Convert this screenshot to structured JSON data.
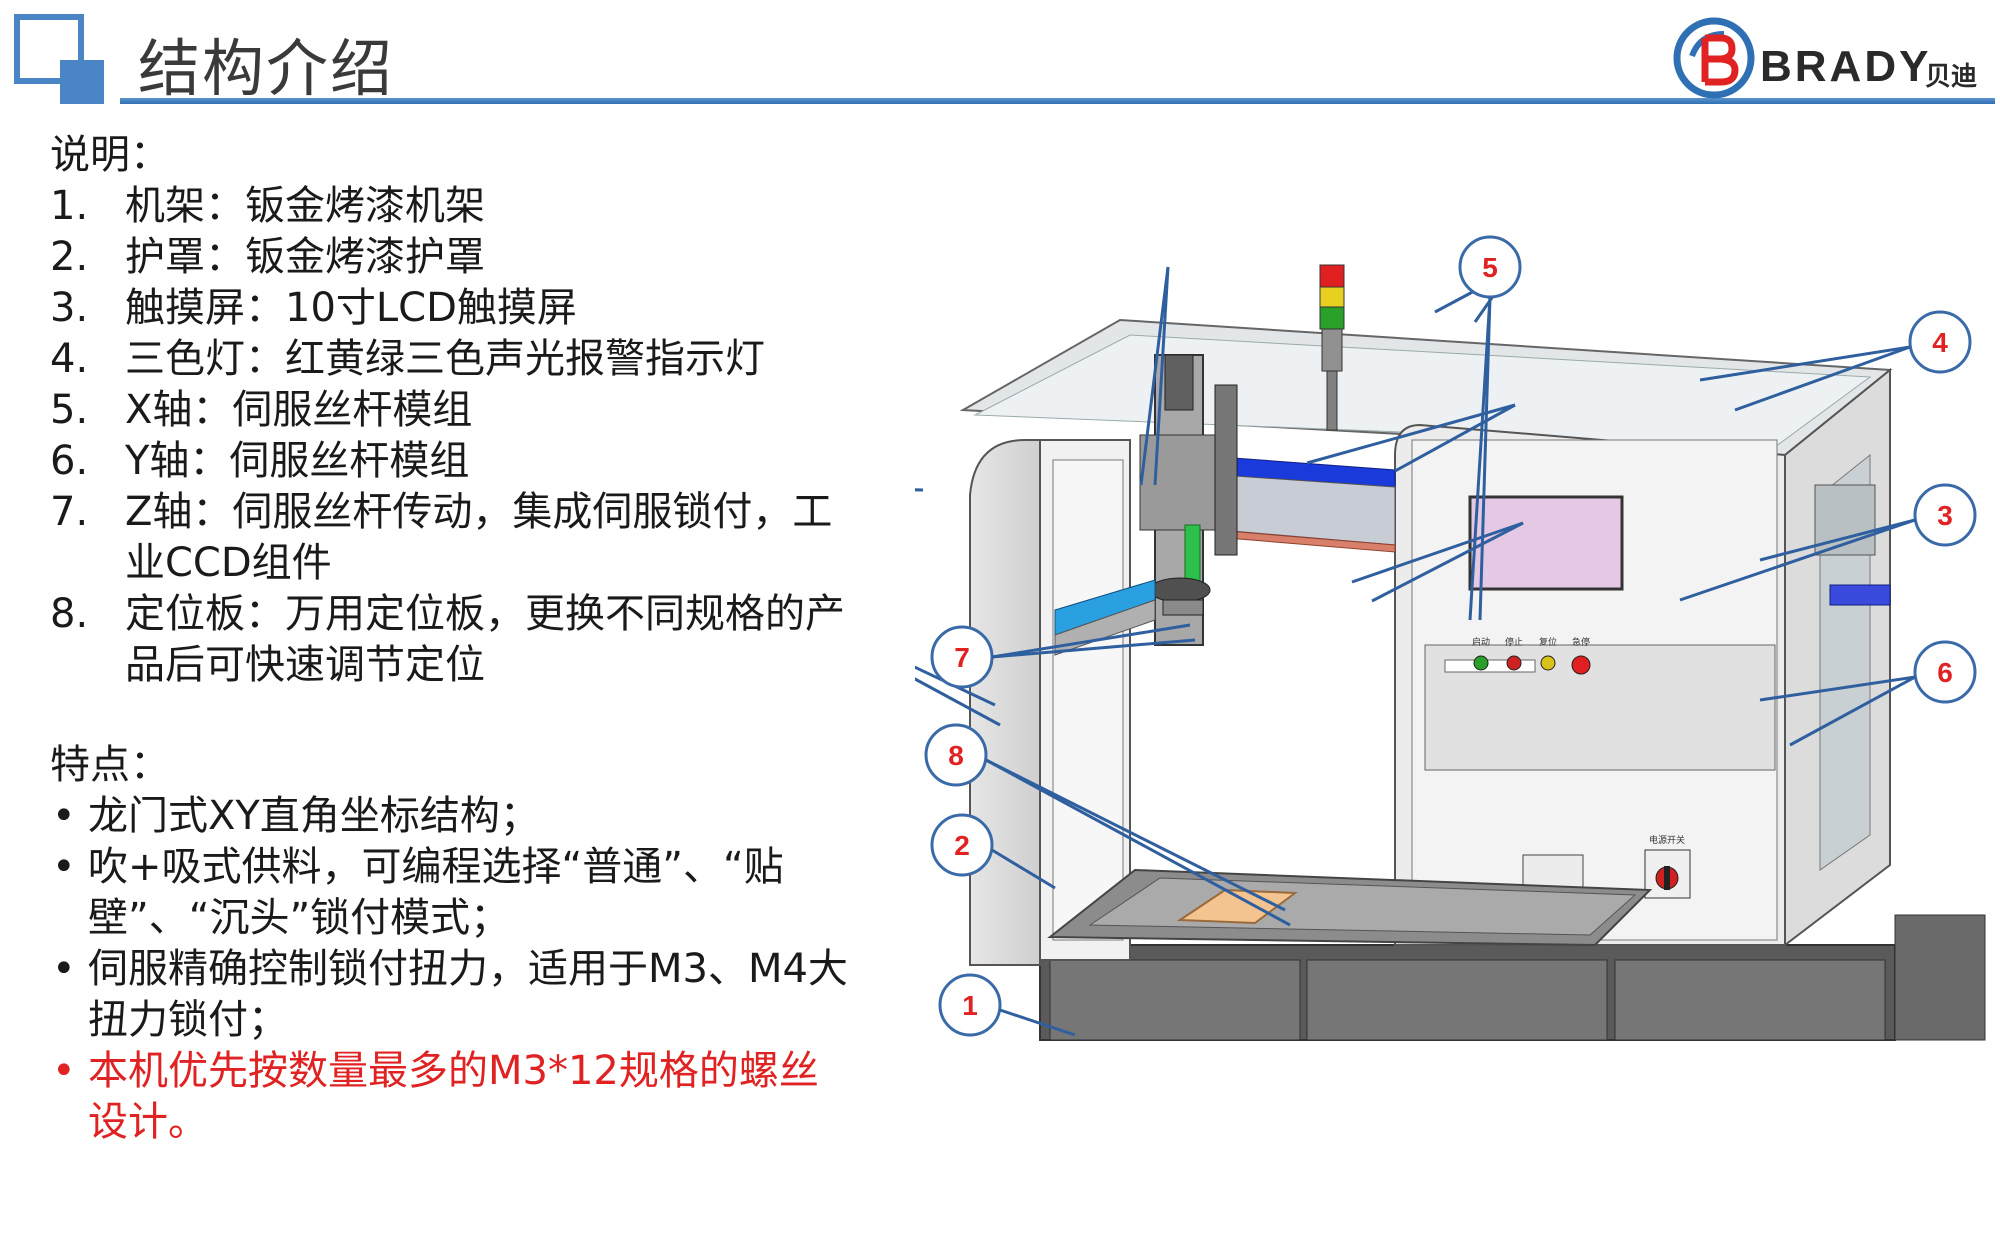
{
  "header": {
    "title": "结构介绍",
    "logo_text": "BRADY",
    "logo_cn": "贝迪"
  },
  "description": {
    "heading": "说明：",
    "items": [
      {
        "num": "1.",
        "text": "机架：钣金烤漆机架"
      },
      {
        "num": "2.",
        "text": "护罩：钣金烤漆护罩"
      },
      {
        "num": "3.",
        "text": "触摸屏：10寸LCD触摸屏"
      },
      {
        "num": "4.",
        "text": "三色灯：红黄绿三色声光报警指示灯"
      },
      {
        "num": "5.",
        "text": "X轴：伺服丝杆模组"
      },
      {
        "num": "6.",
        "text": "Y轴：伺服丝杆模组"
      },
      {
        "num": "7.",
        "text": "Z轴：伺服丝杆传动，集成伺服锁付，工业CCD组件"
      },
      {
        "num": "8.",
        "text": "定位板：万用定位板，更换不同规格的产品后可快速调节定位"
      }
    ]
  },
  "features": {
    "heading": "特点：",
    "bullet": "•",
    "items": [
      {
        "text": "龙门式XY直角坐标结构；"
      },
      {
        "text": "吹+吸式供料，可编程选择“普通”、“贴壁”、“沉头”锁付模式；"
      },
      {
        "text": "伺服精确控制锁付扭力，适用于M3、M4大扭力锁付；"
      },
      {
        "text": "本机优先按数量最多的M3*12规格的螺丝设计。"
      }
    ]
  },
  "figure": {
    "callouts": [
      "1",
      "2",
      "3",
      "4",
      "5",
      "6",
      "7",
      "8"
    ],
    "panel_buttons": [
      "启动",
      "停止",
      "复位",
      "急停"
    ],
    "switch_label": "电源开关"
  },
  "colors": {
    "accent_blue": "#4a86c6",
    "callout_border": "#3a6aa8",
    "callout_text": "#e02222",
    "highlight_text": "#e02222"
  }
}
